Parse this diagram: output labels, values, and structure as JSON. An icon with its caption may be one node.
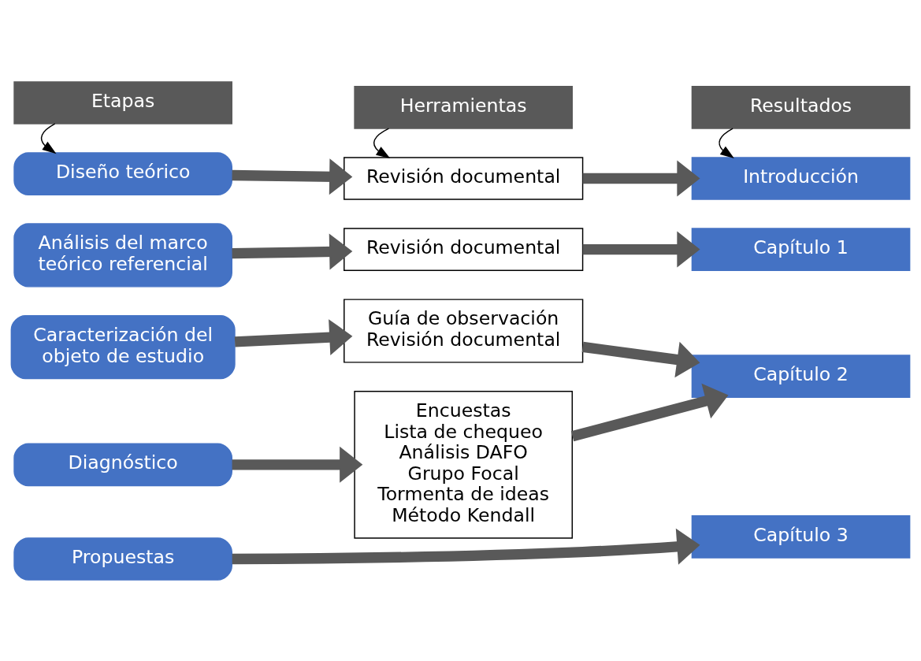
{
  "diagram": {
    "nodes": [
      {
        "text": [
          "Etapas"
        ]
      },
      {
        "text": [
          "Herramientas"
        ]
      },
      {
        "text": [
          "Resultados"
        ]
      },
      {
        "text": [
          "Diseño teórico"
        ]
      },
      {
        "text": [
          "Análisis del marco teórico referencial"
        ]
      },
      {
        "text": [
          "Caracterización del objeto de estudio"
        ]
      },
      {
        "text": [
          "Diagnóstico"
        ]
      },
      {
        "text": [
          "Propuestas"
        ]
      },
      {
        "text": [
          "Revisión documental"
        ]
      },
      {
        "text": [
          "Revisión documental"
        ]
      },
      {
        "text": [
          "Guía de observación",
          "Revisión documental"
        ]
      },
      {
        "text": [
          "Encuestas",
          "Lista de chequeo",
          "Análisis DAFO",
          "Grupo Focal",
          "Tormenta de ideas",
          "Método Kendall"
        ]
      },
      {
        "text": [
          "Introducción"
        ]
      },
      {
        "text": [
          "Capítulo 1"
        ]
      },
      {
        "text": [
          "Capítulo 2"
        ]
      },
      {
        "text": [
          "Capítulo 3"
        ]
      }
    ],
    "edges": [
      {
        "from": 0,
        "to": 3,
        "arrow": "to",
        "color": "#000000"
      },
      {
        "from": 1,
        "to": 8,
        "arrow": "to",
        "color": "#000000"
      },
      {
        "from": 2,
        "to": 12,
        "arrow": "to",
        "color": "#000000"
      },
      {
        "from": 3,
        "to": 8,
        "arrow": "to"
      },
      {
        "from": 8,
        "to": 12,
        "arrow": "to"
      },
      {
        "from": 4,
        "to": 9,
        "arrow": "to"
      },
      {
        "from": 9,
        "to": 13,
        "arrow": "to"
      },
      {
        "from": 5,
        "to": 10,
        "arrow": "to"
      },
      {
        "from": 10,
        "to": 14,
        "arrow": "to"
      },
      {
        "from": 6,
        "to": 11,
        "arrow": "to"
      },
      {
        "from": 11,
        "to": 14,
        "arrow": "to"
      },
      {
        "from": 7,
        "to": 15,
        "arrow": "to"
      }
    ]
  }
}
